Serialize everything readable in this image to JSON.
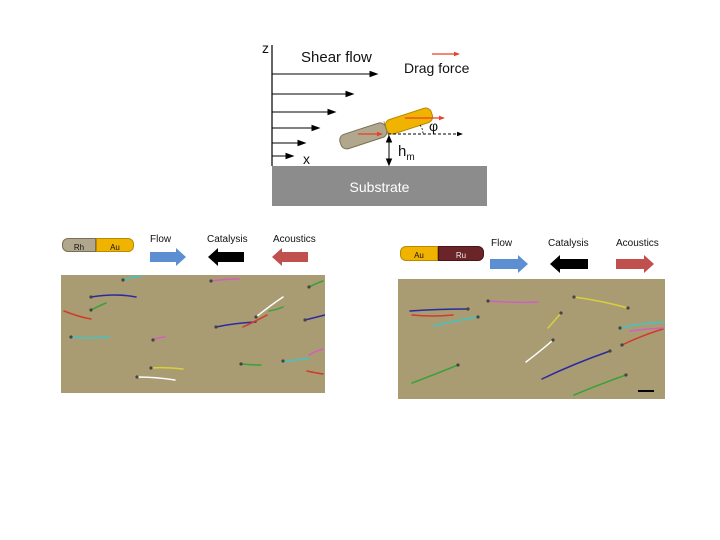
{
  "schematic": {
    "axis_z": "z",
    "axis_x": "x",
    "shear_flow_label": "Shear flow",
    "drag_force_label": "Drag force",
    "angle_label": "φ",
    "height_label": "h",
    "height_subscript": "m",
    "substrate_label": "Substrate"
  },
  "left_panel": {
    "rod": {
      "segment1": "Rh",
      "segment2": "Au"
    },
    "legend": {
      "flow": "Flow",
      "catalysis": "Catalysis",
      "acoustics": "Acoustics"
    }
  },
  "right_panel": {
    "rod": {
      "segment1": "Au",
      "segment2": "Ru"
    },
    "legend": {
      "flow": "Flow",
      "catalysis": "Catalysis",
      "acoustics": "Acoustics"
    }
  },
  "colors": {
    "flow_arrow": "#5b8fd1",
    "catalysis_arrow": "#000000",
    "acoustics_arrow": "#c0504d",
    "drag_arrow": "#e8402a",
    "gold": "#f0b400",
    "rhodium": "#a89f86",
    "ruthenium": "#6b2428",
    "substrate": "#8c8c8c",
    "micrograph_bg": "#a99c73"
  }
}
